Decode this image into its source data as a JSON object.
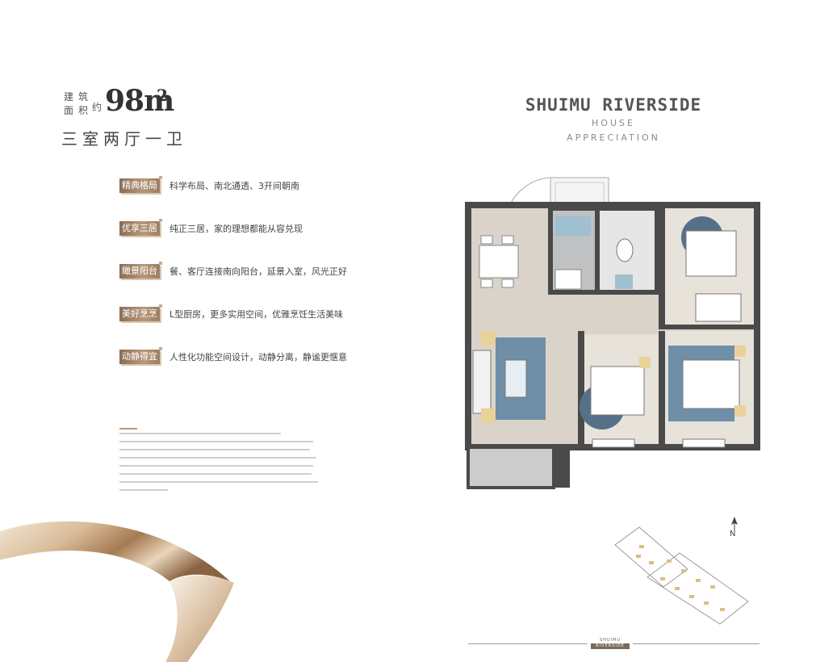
{
  "header": {
    "area_label_chars": [
      "建",
      "筑",
      "面",
      "积"
    ],
    "area_prefix": "约",
    "area_value": "98m",
    "area_unit_sup": "2",
    "layout_type": "三室两厅一卫"
  },
  "features": [
    {
      "tag": "精典格局",
      "desc": "科学布局、南北通透、3开间朝南"
    },
    {
      "tag": "优享三居",
      "desc": "纯正三居，家的理想都能从容兑现"
    },
    {
      "tag": "瞰景阳台",
      "desc": "餐、客厅连接南向阳台，延景入室，风光正好"
    },
    {
      "tag": "美好烹烹",
      "desc": "L型厨房，更多实用空间，优雅烹饪生活美味"
    },
    {
      "tag": "动静得宜",
      "desc": "人性化功能空间设计，动静分离，静谧更惬意"
    }
  ],
  "brand": {
    "title": "SHUIMU RIVERSIDE",
    "sub1": "HOUSE",
    "sub2": "APPRECIATION"
  },
  "compass": {
    "north": "N"
  },
  "bottom_logo": {
    "line1": "SHUIMU",
    "line2": "RIVERSIDE"
  },
  "colors": {
    "accent": "#b8987a",
    "tag_dark": "#8a6e55",
    "wall": "#4a4a4a",
    "floor": "#d8d2c8"
  }
}
